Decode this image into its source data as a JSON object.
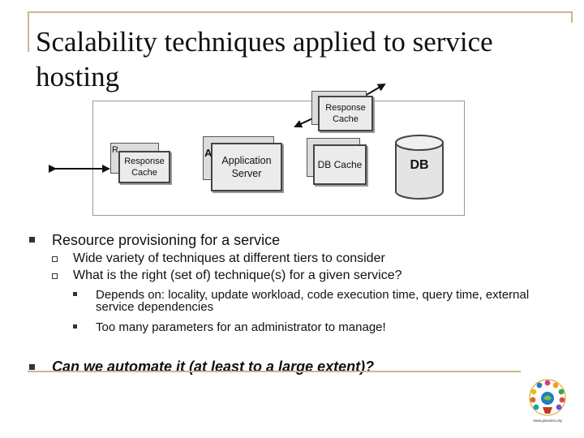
{
  "slide": {
    "title": "Scalability techniques applied to service hosting"
  },
  "diagram": {
    "client_cache": {
      "back_label": "R",
      "front_label": "Response Cache"
    },
    "app_server": {
      "back_label": "A",
      "front_label": "Application Server"
    },
    "db_cache": {
      "label": "DB Cache"
    },
    "remote_cache": {
      "label": "Response Cache"
    },
    "database": {
      "label": "DB"
    }
  },
  "bullets": [
    {
      "text": "Resource provisioning for a service",
      "children": [
        {
          "text": "Wide variety of techniques at different tiers to consider"
        },
        {
          "text": "What is the right (set of) technique(s) for a given service?",
          "children": [
            {
              "text": "Depends on: locality, update workload, code execution time, query time, external service dependencies"
            },
            {
              "text": "Too many parameters for an administrator to manage!"
            }
          ]
        }
      ]
    },
    {
      "text": "Can we automate it (at least to a large extent)?"
    }
  ],
  "colors": {
    "frame": "#c6b98a",
    "card_fill": "#ebebeb",
    "db_fill": "#e4e4e4"
  },
  "logo": {
    "icon": "peacock-emblem-logo",
    "caption": "www.giovanni.org"
  }
}
